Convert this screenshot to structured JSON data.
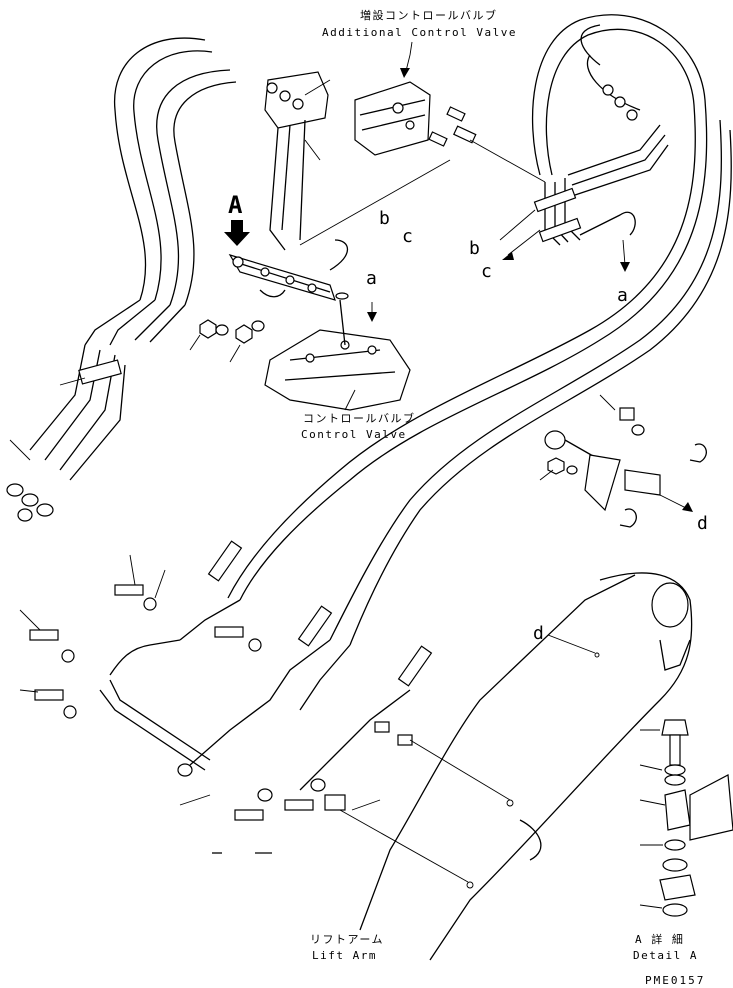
{
  "labels": {
    "additional_valve_jp": "増設コントロールバルブ",
    "additional_valve_en": "Additional Control Valve",
    "control_valve_jp": "コントロールバルブ",
    "control_valve_en": "Control Valve",
    "lift_arm_jp": "リフトアーム",
    "lift_arm_en": "Lift Arm",
    "detail_jp": "A 詳 細",
    "detail_en": "Detail A",
    "drawing_code": "PME0157"
  },
  "callouts": {
    "view_a": "A",
    "a": "a",
    "b": "b",
    "c": "c",
    "d": "d"
  }
}
